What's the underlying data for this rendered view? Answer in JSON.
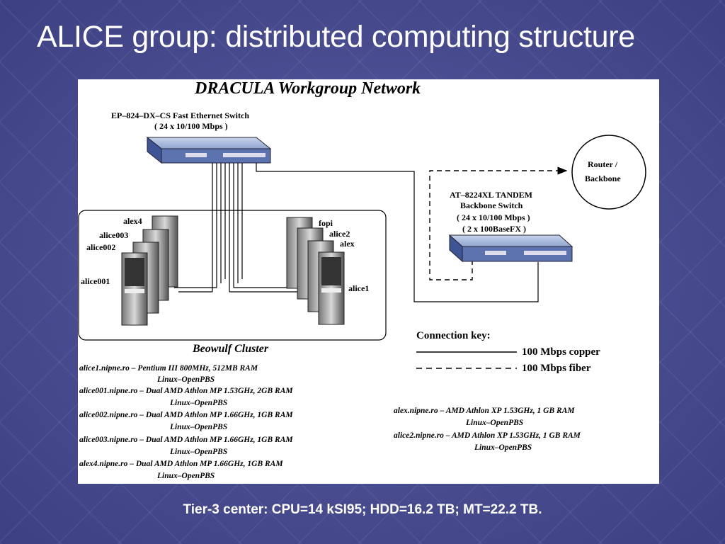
{
  "slide": {
    "title": "ALICE group: distributed computing structure",
    "footer": "Tier-3 center: CPU=14 kSI95; HDD=16.2 TB; MT=22.2 TB."
  },
  "diagram": {
    "title": "DRACULA Workgroup Network",
    "switch1": {
      "name": "EP–824–DX–CS Fast Ethernet Switch",
      "spec": "( 24 x 10/100 Mbps )"
    },
    "router": {
      "line1": "Router /",
      "line2": "Backbone"
    },
    "switch2": {
      "line1": "AT–8224XL TANDEM",
      "line2": "Backbone Switch",
      "line3": "( 24 x 10/100 Mbps )",
      "line4": "( 2 x 100BaseFX )"
    },
    "left_nodes": [
      "alex4",
      "alice003",
      "alice002",
      "alice001"
    ],
    "right_nodes": [
      "fopi",
      "alice2",
      "alex",
      "alice1"
    ],
    "cluster_label": "Beowulf Cluster",
    "connection_key": {
      "title": "Connection key:",
      "copper": "100 Mbps copper",
      "fiber": "100 Mbps fiber"
    },
    "left_specs": [
      {
        "line1": "alice1.nipne.ro – Pentium III 800MHz, 512MB RAM",
        "line2": "Linux–OpenPBS"
      },
      {
        "line1": "alice001.nipne.ro – Dual AMD Athlon MP 1.53GHz, 2GB RAM",
        "line2": "Linux–OpenPBS"
      },
      {
        "line1": "alice002.nipne.ro – Dual AMD Athlon MP 1.66GHz, 1GB RAM",
        "line2": "Linux–OpenPBS"
      },
      {
        "line1": "alice003.nipne.ro – Dual AMD Athlon MP 1.66GHz, 1GB RAM",
        "line2": "Linux–OpenPBS"
      },
      {
        "line1": "alex4.nipne.ro – Dual AMD Athlon MP 1.66GHz, 1GB RAM",
        "line2": "Linux–OpenPBS"
      }
    ],
    "right_specs": [
      {
        "line1": "alex.nipne.ro – AMD Athlon XP 1.53GHz, 1 GB RAM",
        "line2": "Linux–OpenPBS"
      },
      {
        "line1": "alice2.nipne.ro – AMD Athlon XP 1.53GHz, 1 GB RAM",
        "line2": "Linux–OpenPBS"
      }
    ]
  }
}
